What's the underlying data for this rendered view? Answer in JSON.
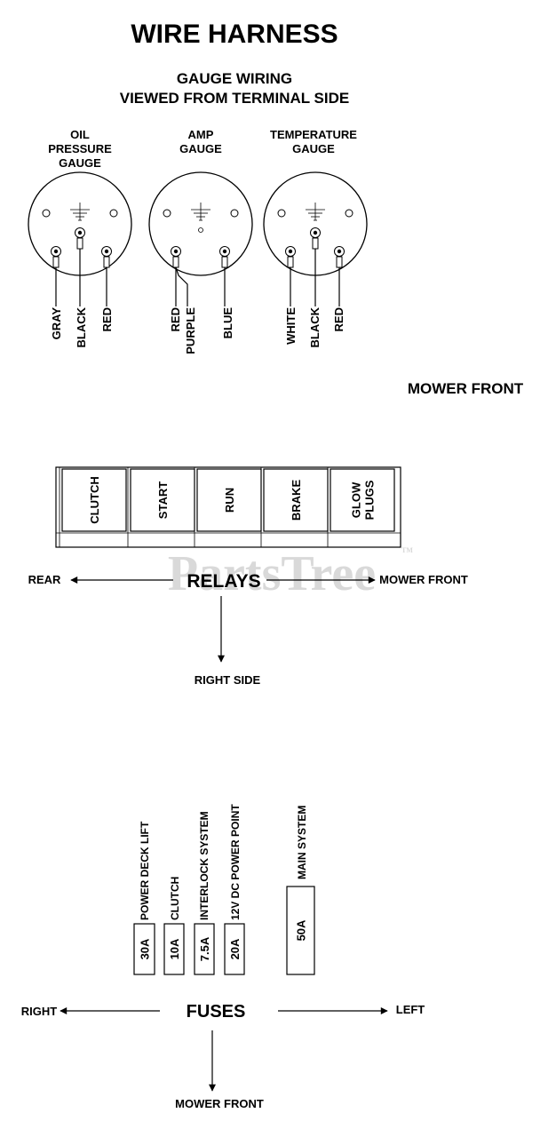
{
  "title": "WIRE HARNESS",
  "gauge_section": {
    "title_line1": "GAUGE WIRING",
    "title_line2": "VIEWED FROM TERMINAL SIDE",
    "gauges": [
      {
        "label_lines": [
          "OIL",
          "PRESSURE",
          "GAUGE"
        ],
        "wires": [
          "GRAY",
          "BLACK",
          "RED"
        ]
      },
      {
        "label_lines": [
          "AMP",
          "GAUGE"
        ],
        "wires": [
          "RED",
          "PURPLE",
          "BLUE"
        ]
      },
      {
        "label_lines": [
          "TEMPERATURE",
          "GAUGE"
        ],
        "wires": [
          "WHITE",
          "BLACK",
          "RED"
        ]
      }
    ]
  },
  "relay_section": {
    "mower_front_top": "MOWER FRONT",
    "relays": [
      {
        "lines": [
          "CLUTCH"
        ]
      },
      {
        "lines": [
          "START"
        ]
      },
      {
        "lines": [
          "RUN"
        ]
      },
      {
        "lines": [
          "BRAKE"
        ]
      },
      {
        "lines": [
          "GLOW",
          "PLUGS"
        ]
      }
    ],
    "label": "RELAYS",
    "left_direction": "REAR",
    "right_direction": "MOWER FRONT",
    "down_direction": "RIGHT SIDE"
  },
  "fuse_section": {
    "fuses": [
      {
        "amperage": "30A",
        "name": "POWER DECK LIFT"
      },
      {
        "amperage": "10A",
        "name": "CLUTCH"
      },
      {
        "amperage": "7.5A",
        "name": "INTERLOCK SYSTEM"
      },
      {
        "amperage": "20A",
        "name": "12V DC POWER POINT"
      },
      {
        "amperage": "50A",
        "name": "MAIN SYSTEM"
      }
    ],
    "label": "FUSES",
    "left_direction": "RIGHT",
    "right_direction": "LEFT",
    "down_direction": "MOWER FRONT"
  },
  "watermark": {
    "text": "PartsTree",
    "mark": "TM"
  }
}
